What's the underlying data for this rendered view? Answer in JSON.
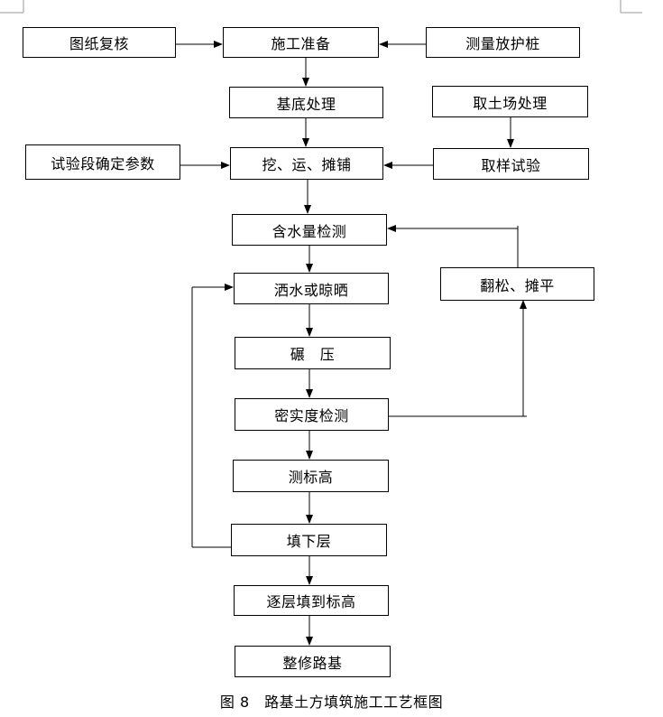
{
  "diagram": {
    "nodes": {
      "drawing_review": "图纸复核",
      "construction_prep": "施工准备",
      "survey_stakes": "测量放护桩",
      "base_treatment": "基底处理",
      "borrow_pit": "取土场处理",
      "test_section": "试验段确定参数",
      "excavate_transport_spread": "挖、运、摊铺",
      "sampling_test": "取样试验",
      "moisture_check": "含水量检测",
      "loosen_level": "翻松、摊平",
      "water_or_dry": "洒水或晾晒",
      "compaction": "碾　压",
      "density_check": "密实度检测",
      "measure_elevation": "测标高",
      "fill_lower_layer": "填下层",
      "layer_fill_to_grade": "逐层填到标高",
      "trim_subgrade": "整修路基"
    },
    "caption": "图 8　路基土方填筑施工工艺框图"
  }
}
